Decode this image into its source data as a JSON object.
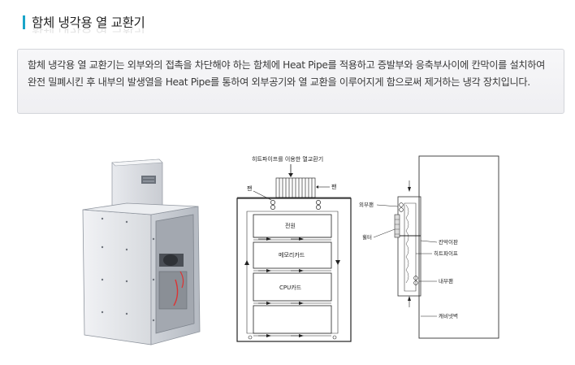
{
  "section": {
    "title": "함체 냉각용 열 교환기",
    "description": "함체 냉각용 열 교환기는 외부와의 접촉을 차단해야 하는 함체에 Heat Pipe를 적용하고 증발부와 응축부사이에 칸막이를 설치하여 완전 밀폐시킨 후 내부의 발생열을 Heat Pipe를 통하여 외부공기와 열 교환을 이루어지게 함으로써 제거하는 냉각 장치입니다."
  },
  "diagram1": {
    "caption": "히트파이프를 이용한 열교환기",
    "fan_left": "팬",
    "fan_right": "팬",
    "row1": "전원",
    "row2": "메모리카드",
    "row3": "CPU카드"
  },
  "diagram2": {
    "outer_fan": "외부팬",
    "heater": "휠터",
    "partition": "칸막이판",
    "heat_pipe": "히트파이프",
    "inner_fan": "내부팬",
    "enclosure_wall": "캐비넷벽"
  }
}
